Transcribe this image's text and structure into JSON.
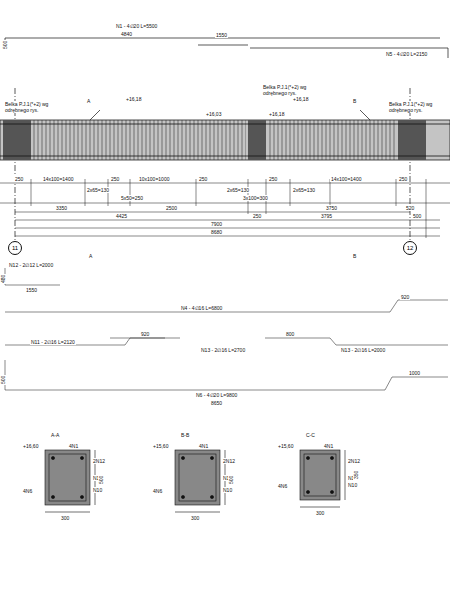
{
  "diagram": {
    "nodes": [
      {
        "text": [
          "11"
        ]
      },
      {
        "text": [
          "12"
        ]
      }
    ],
    "labels": [
      "N1 - 4∅20 L=5500",
      "4840",
      "1550",
      "N5 - 4∅20 L=2150",
      "500",
      "A",
      "B",
      "Belka P.J.1(*+2) wg odrębnego rys.",
      "Belka P.J.1(*+2) wg odrębnego rys.",
      "Belka P.J.1(*+2) wg odrębnego rys.",
      "+16,18",
      "+16,03",
      "+16,18",
      "+16,18",
      "250",
      "14x100=1400",
      "2x65=130",
      "250",
      "10x100=1000",
      "5x50=250",
      "250",
      "2x65=130",
      "3x100=300",
      "250",
      "2x65=130",
      "14x100=1400",
      "250",
      "3350",
      "2500",
      "3750",
      "520",
      "4425",
      "250",
      "3795",
      "500",
      "7900",
      "8680",
      "A",
      "B",
      "N12 - 2∅12 L=2000",
      "480",
      "1550",
      "N4 - 4∅16 L=6800",
      "920",
      "N11 - 2∅16 L=2120",
      "920",
      "800",
      "N13 - 2∅16 L=2700",
      "N13 - 2∅16 L=2000",
      "500",
      "N6 - 4∅20 L=9800",
      "1000",
      "8650",
      "A-A",
      "+16,60",
      "4N1",
      "2N12",
      "4N6",
      "N14",
      "N10",
      "500",
      "300",
      "B-B",
      "+15,60",
      "4N1",
      "2N12",
      "4N6",
      "N14",
      "N10",
      "500",
      "300",
      "C-C",
      "+15,60",
      "4N1",
      "2N12",
      "4N6",
      "N14",
      "N10",
      "350",
      "300"
    ]
  }
}
